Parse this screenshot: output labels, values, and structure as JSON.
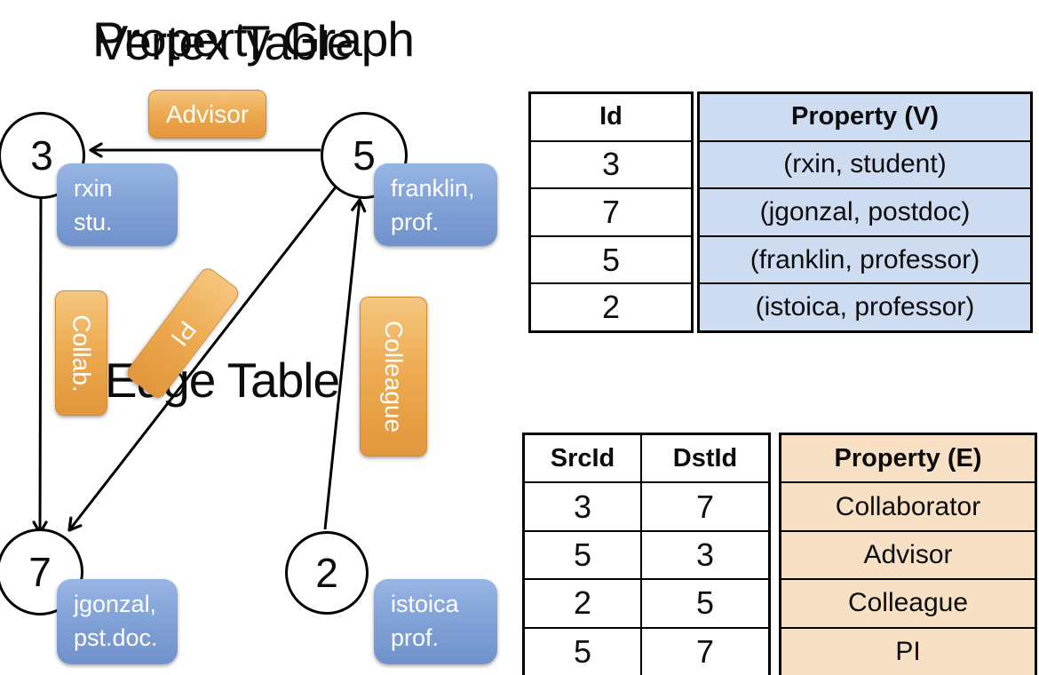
{
  "graph": {
    "title": "Property Graph",
    "nodes": [
      {
        "id": "3"
      },
      {
        "id": "5"
      },
      {
        "id": "7"
      },
      {
        "id": "2"
      }
    ],
    "property_boxes": [
      {
        "line1": "rxin",
        "line2": "stu."
      },
      {
        "line1": "franklin,",
        "line2": "prof."
      },
      {
        "line1": "jgonzal,",
        "line2": "pst.doc."
      },
      {
        "line1": "istoica",
        "line2": "prof."
      }
    ],
    "edge_labels": [
      {
        "label": "Advisor"
      },
      {
        "label": "Collab."
      },
      {
        "label": "PI"
      },
      {
        "label": "Colleague"
      }
    ]
  },
  "vertex_table": {
    "title": "Vertex Table",
    "id_header": "Id",
    "property_header": "Property (V)",
    "rows": [
      {
        "id": "3",
        "property": "(rxin, student)"
      },
      {
        "id": "7",
        "property": "(jgonzal, postdoc)"
      },
      {
        "id": "5",
        "property": "(franklin, professor)"
      },
      {
        "id": "2",
        "property": "(istoica, professor)"
      }
    ]
  },
  "edge_table": {
    "title": "Edge Table",
    "src_header": "SrcId",
    "dst_header": "DstId",
    "property_header": "Property (E)",
    "rows": [
      {
        "src": "3",
        "dst": "7",
        "property": "Collaborator"
      },
      {
        "src": "5",
        "dst": "3",
        "property": "Advisor"
      },
      {
        "src": "2",
        "dst": "5",
        "property": "Colleague"
      },
      {
        "src": "5",
        "dst": "7",
        "property": "PI"
      }
    ]
  },
  "colors": {
    "edge_label_bg_top": "#f5c67f",
    "edge_label_bg_bottom": "#e2963d",
    "vertex_label_bg_top": "#98b5e3",
    "vertex_label_bg_bottom": "#7191cb",
    "vertex_table_cell_bg": "#cedcf2",
    "edge_table_cell_bg": "#f7e0c4",
    "line_color": "#000000",
    "node_fill": "#ffffff"
  }
}
